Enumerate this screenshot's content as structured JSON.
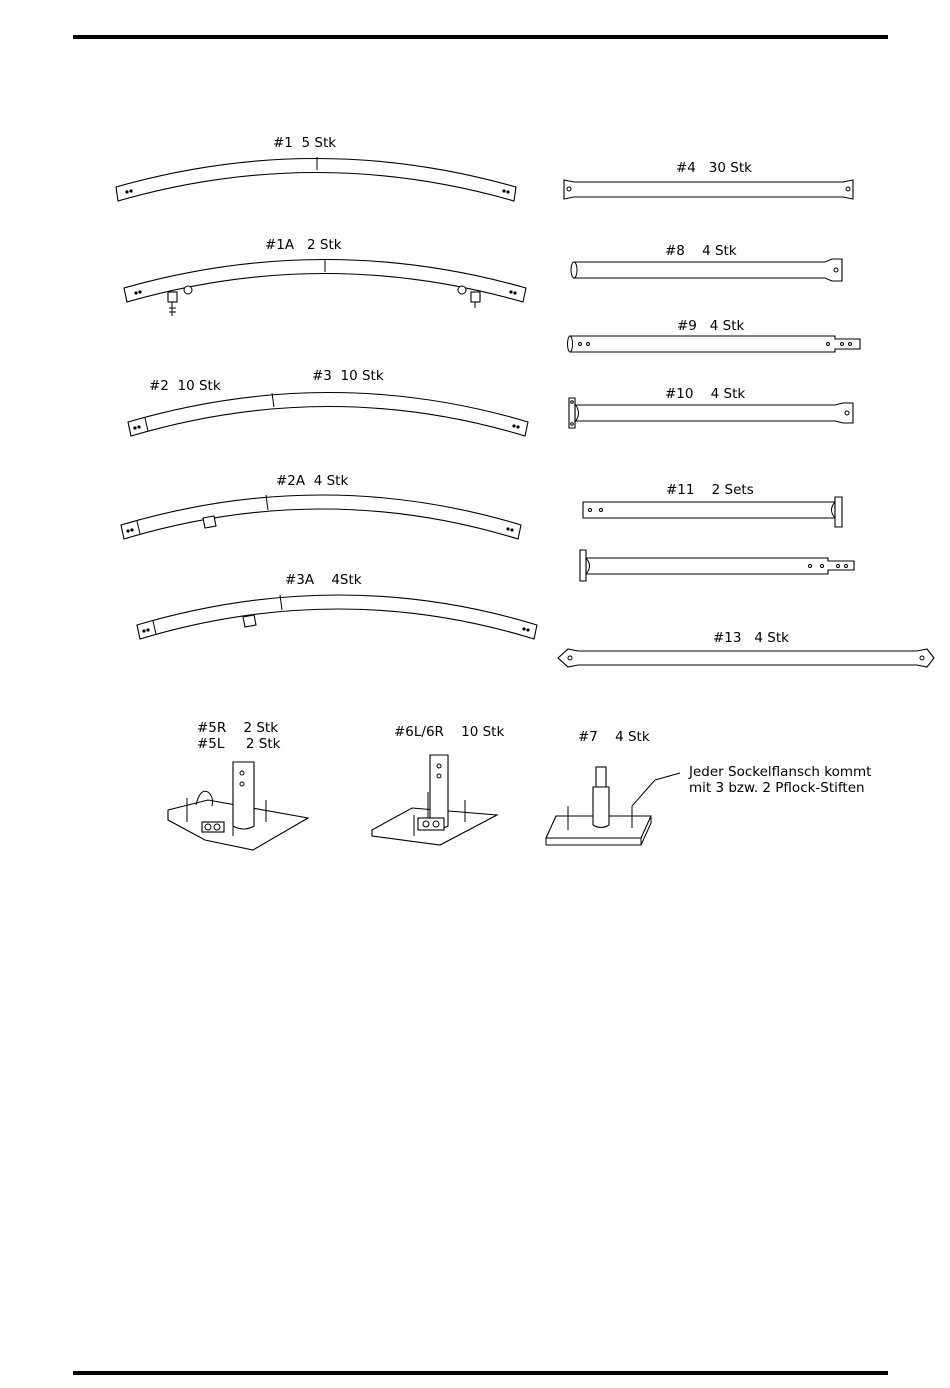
{
  "parts": {
    "p1": {
      "id": "#1",
      "qty": "5 Stk"
    },
    "p1a": {
      "id": "#1A",
      "qty": "2 Stk"
    },
    "p2": {
      "id": "#2",
      "qty": "10 Stk"
    },
    "p3": {
      "id": "#3",
      "qty": "10 Stk"
    },
    "p2a": {
      "id": "#2A",
      "qty": "4 Stk"
    },
    "p3a": {
      "id": "#3A",
      "qty": "4Stk"
    },
    "p4": {
      "id": "#4",
      "qty": "30 Stk"
    },
    "p8": {
      "id": "#8",
      "qty": "4 Stk"
    },
    "p9": {
      "id": "#9",
      "qty": "4 Stk"
    },
    "p10": {
      "id": "#10",
      "qty": "4 Stk"
    },
    "p11": {
      "id": "#11",
      "qty": "2 Sets"
    },
    "p13": {
      "id": "#13",
      "qty": "4 Stk"
    },
    "p5r": {
      "id": "#5R",
      "qty": "2 Stk"
    },
    "p5l": {
      "id": "#5L",
      "qty": "2 Stk"
    },
    "p6": {
      "id": "#6L/6R",
      "qty": "10 Stk"
    },
    "p7": {
      "id": "#7",
      "qty": "4 Stk"
    }
  },
  "note": {
    "line1": "Jeder Sockelflansch kommt",
    "line2": "mit 3 bzw. 2 Pflock-Stiften"
  }
}
